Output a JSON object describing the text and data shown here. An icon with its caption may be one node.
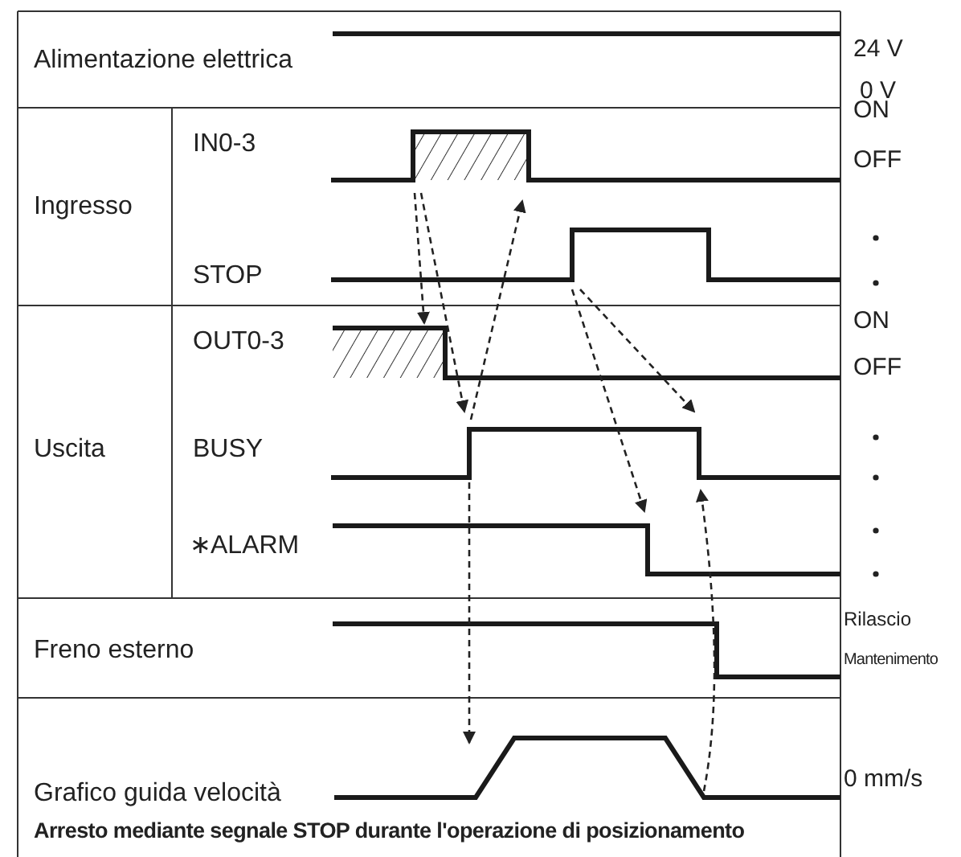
{
  "diagram": {
    "caption": "Arresto mediante segnale STOP durante l'operazione di posizionamento",
    "labels": [
      "Alimentazione elettrica",
      "24 V",
      "0 V",
      "IN0-3",
      "ON",
      "OFF",
      "Ingresso",
      "STOP",
      "OUT0-3",
      "ON",
      "OFF",
      "Uscita",
      "BUSY",
      "∗ALARM",
      "Freno esterno",
      "Rilascio",
      "Mantenimento",
      "Grafico guida velocità",
      "0 mm/s"
    ]
  }
}
